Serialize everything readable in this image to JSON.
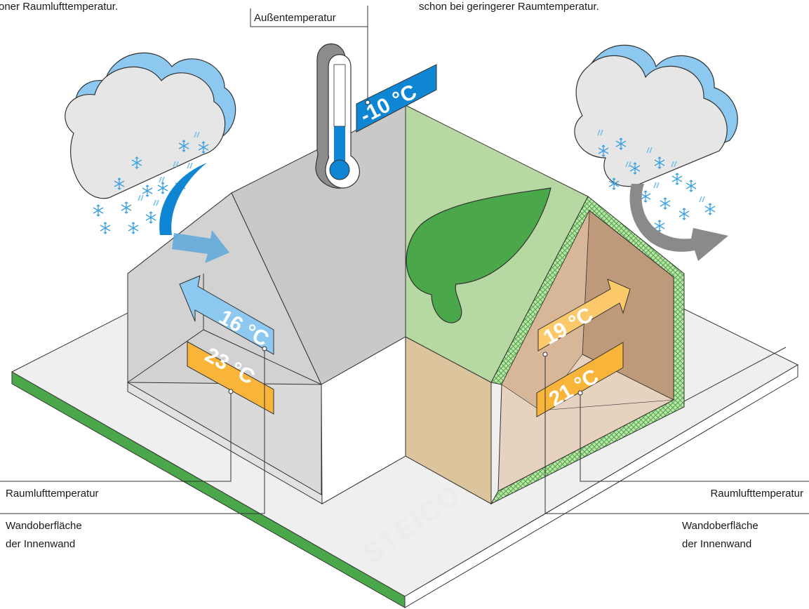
{
  "captions": {
    "top_left": "oner Raumlufttemperatur.",
    "top_right": "schon bei geringerer Raumtemperatur."
  },
  "outside": {
    "label": "Außentemperatur",
    "temp": "-10 °C"
  },
  "left_house": {
    "wall_temp": "16 °C",
    "air_temp": "23 °C",
    "label_air": "Raumlufttemperatur",
    "label_wall_1": "Wandoberfläche",
    "label_wall_2": "der Innenwand"
  },
  "right_house": {
    "wall_temp": "19 °C",
    "air_temp": "21 °C",
    "label_air": "Raumlufttemperatur",
    "label_wall_1": "Wandoberfläche",
    "label_wall_2": "der Innenwand"
  },
  "watermark": "STEICO",
  "colors": {
    "base_green": "#4aa84a",
    "cold_blue": "#8cc8ef",
    "thermo_blue": "#0e86d4",
    "warm_orange": "#f9b53a",
    "light_orange": "#fbc96a",
    "roof_green": "#b5d9a1",
    "leaf_green": "#4aa84a",
    "grey_wall": "#d4d4d4"
  },
  "icons": [
    "cloud-icon",
    "snowflake-icon",
    "thermometer-icon",
    "leaf-icon",
    "arrow-icon"
  ]
}
